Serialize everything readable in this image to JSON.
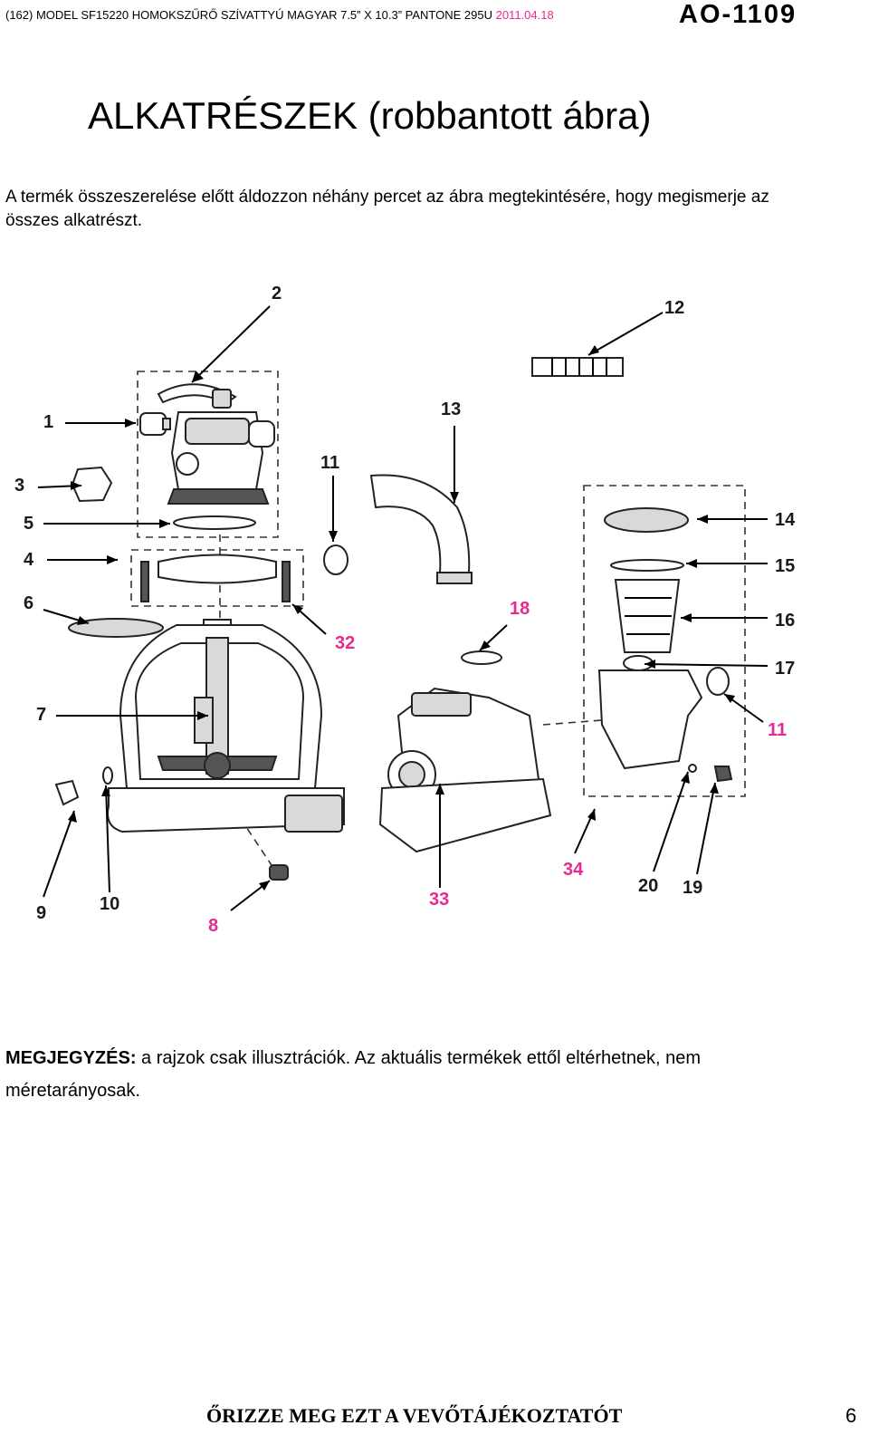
{
  "header": {
    "spec_line": "(162) MODEL SF15220 HOMOKSZŰRŐ SZÍVATTYÚ MAGYAR  7.5” X 10.3” PANTONE 295U",
    "date": "2011.04.18",
    "code": "AO-1109"
  },
  "title": "ALKATRÉSZEK (robbantott ábra)",
  "intro": "A termék összeszerelése előtt áldozzon néhány percet az ábra megtekintésére, hogy megismerje az összes alkatrészt.",
  "diagram": {
    "labels": [
      {
        "text": "1",
        "color": "#1a1a1a"
      },
      {
        "text": "2",
        "color": "#1a1a1a"
      },
      {
        "text": "3",
        "color": "#1a1a1a"
      },
      {
        "text": "4",
        "color": "#1a1a1a"
      },
      {
        "text": "5",
        "color": "#1a1a1a"
      },
      {
        "text": "6",
        "color": "#1a1a1a"
      },
      {
        "text": "7",
        "color": "#1a1a1a"
      },
      {
        "text": "8",
        "color": "#e8298f"
      },
      {
        "text": "9",
        "color": "#1a1a1a"
      },
      {
        "text": "10",
        "color": "#1a1a1a"
      },
      {
        "text": "11",
        "color": "#1a1a1a"
      },
      {
        "text": "11",
        "color": "#e8298f"
      },
      {
        "text": "12",
        "color": "#1a1a1a"
      },
      {
        "text": "13",
        "color": "#1a1a1a"
      },
      {
        "text": "14",
        "color": "#1a1a1a"
      },
      {
        "text": "15",
        "color": "#1a1a1a"
      },
      {
        "text": "16",
        "color": "#1a1a1a"
      },
      {
        "text": "17",
        "color": "#1a1a1a"
      },
      {
        "text": "18",
        "color": "#e8298f"
      },
      {
        "text": "19",
        "color": "#1a1a1a"
      },
      {
        "text": "20",
        "color": "#1a1a1a"
      },
      {
        "text": "32",
        "color": "#e8298f"
      },
      {
        "text": "33",
        "color": "#e8298f"
      },
      {
        "text": "34",
        "color": "#e8298f"
      }
    ]
  },
  "note": {
    "label": "MEGJEGYZÉS:",
    "text": " a rajzok csak illusztrációk. Az aktuális termékek ettől eltérhetnek, nem méretarányosak."
  },
  "footer": {
    "text": "ŐRIZZE MEG EZT A VEVŐTÁJÉKOZTATÓT",
    "page": "6"
  }
}
